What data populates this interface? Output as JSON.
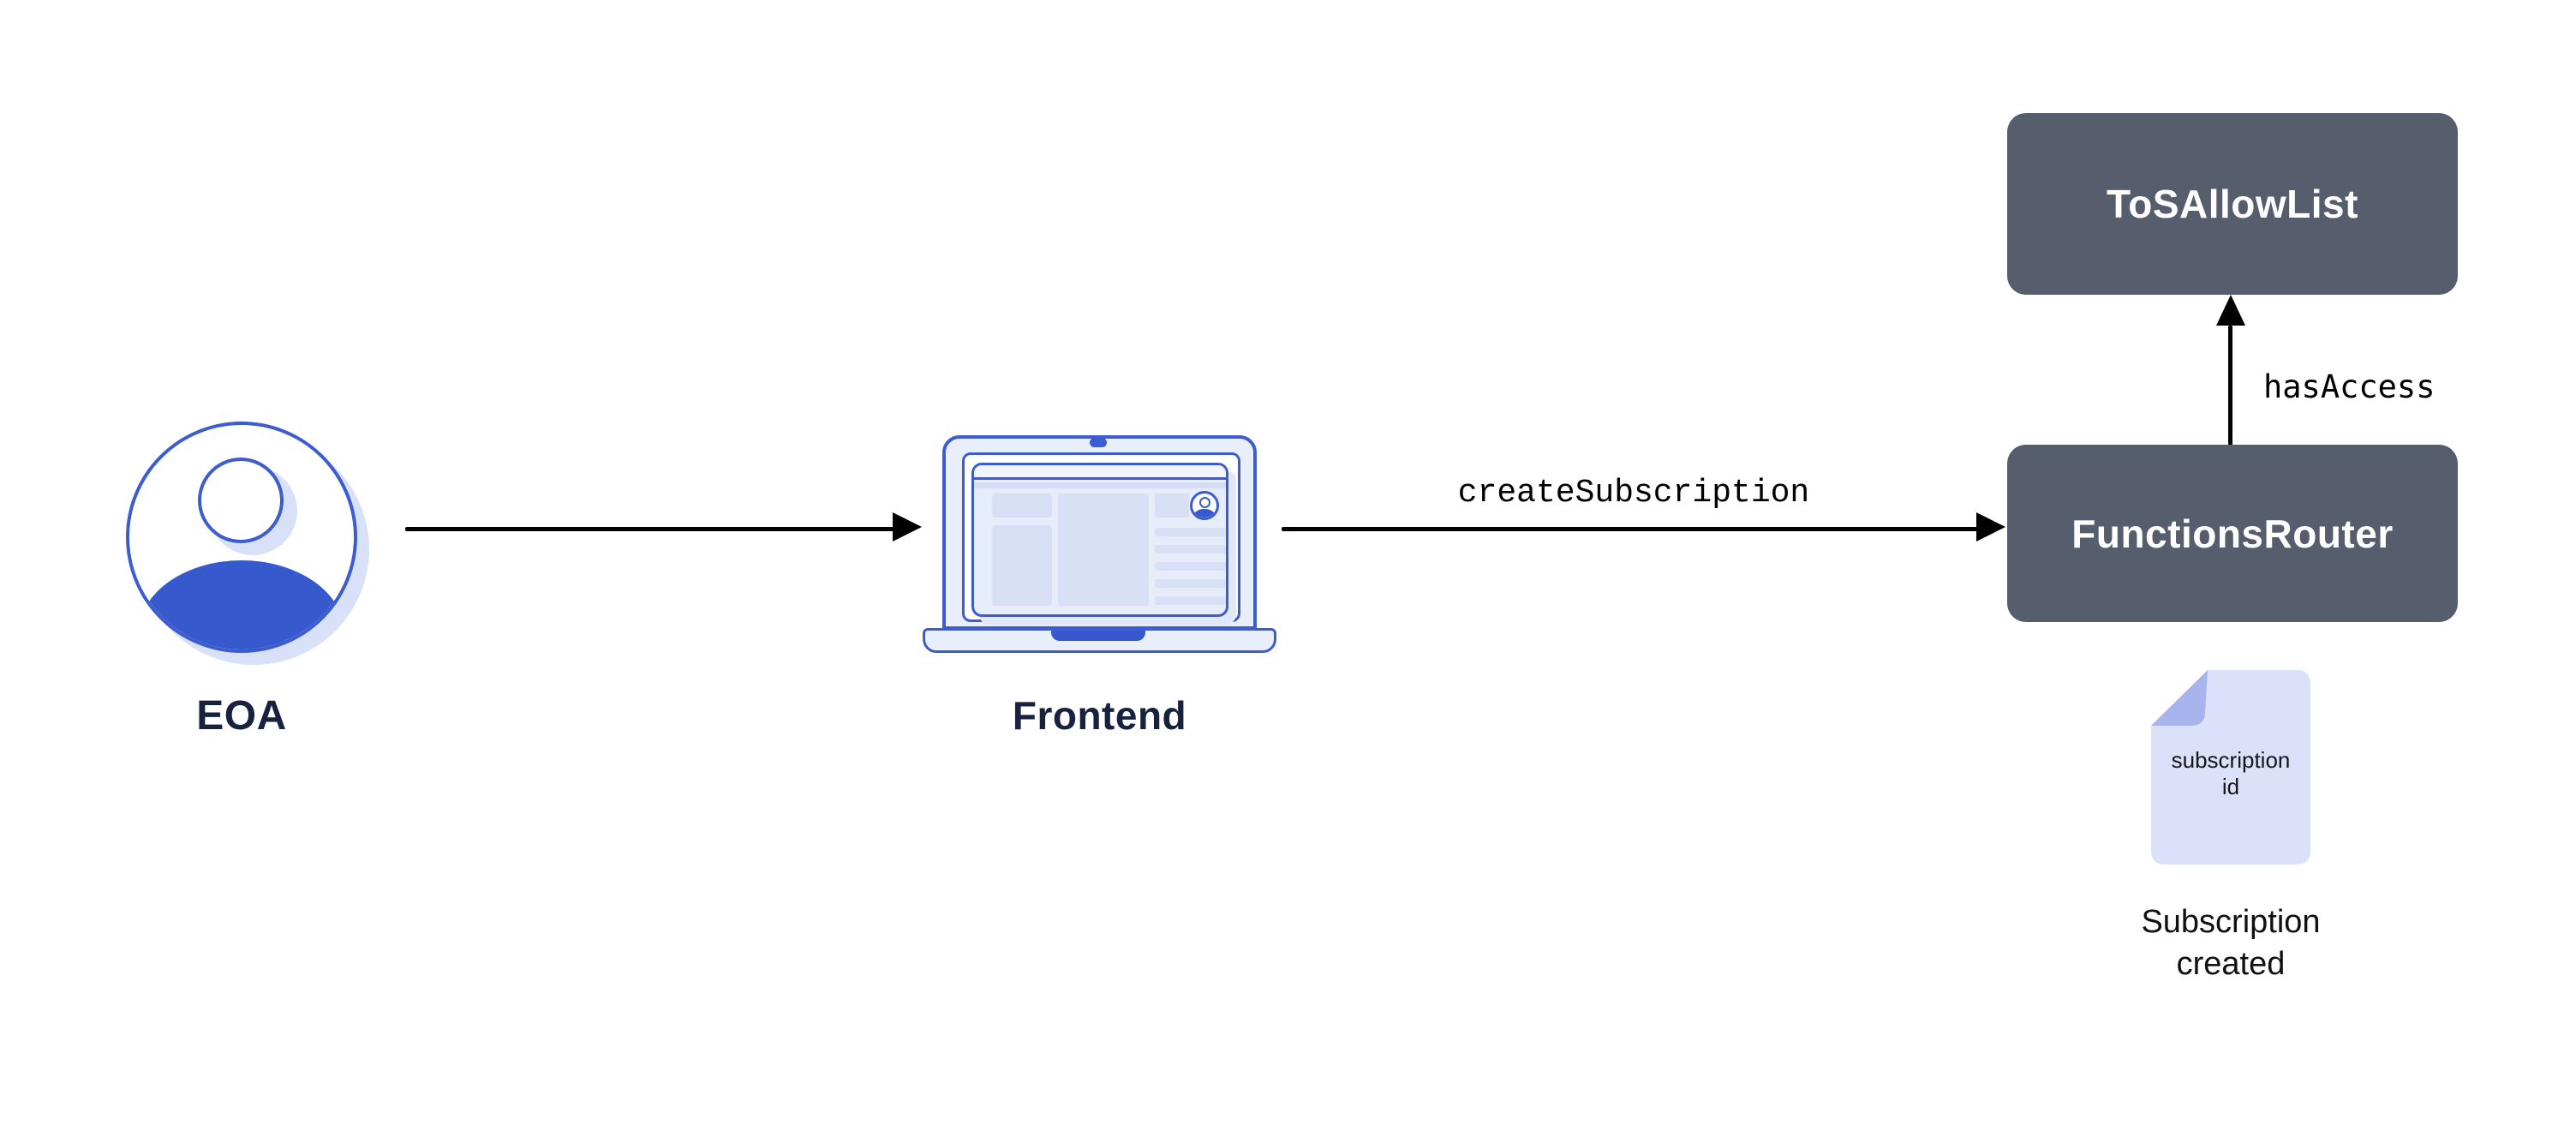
{
  "diagram": {
    "actors": [
      {
        "id": "eoa",
        "label": "EOA",
        "icon": "user-avatar-icon"
      },
      {
        "id": "frontend",
        "label": "Frontend",
        "icon": "laptop-icon"
      }
    ],
    "contracts": [
      {
        "id": "tos-allow-list",
        "label": "ToSAllowList"
      },
      {
        "id": "functions-router",
        "label": "FunctionsRouter"
      }
    ],
    "edges": [
      {
        "from": "eoa",
        "to": "frontend",
        "label": ""
      },
      {
        "from": "frontend",
        "to": "functions-router",
        "label": "createSubscription"
      },
      {
        "from": "functions-router",
        "to": "tos-allow-list",
        "label": "hasAccess"
      }
    ],
    "artifact": {
      "icon": "document-icon",
      "doc_label_line1": "subscription",
      "doc_label_line2": "id",
      "caption_line1": "Subscription",
      "caption_line2": "created"
    },
    "colors": {
      "background": "#FFFFFF",
      "accent_blue": "#3659CD",
      "outline_blue": "#3C5CD2",
      "pale_blue_shadow": "#D9E1F8",
      "laptop_fill": "#E9EEFB",
      "browser_block": "#D8E0F6",
      "doc_fill": "#DAE1F8",
      "doc_fold": "#A7B4ED",
      "contract_box_fill": "#565D6C",
      "contract_box_text": "#FFFFFF",
      "node_label_navy": "#18223F",
      "edge_color": "#000000"
    }
  }
}
